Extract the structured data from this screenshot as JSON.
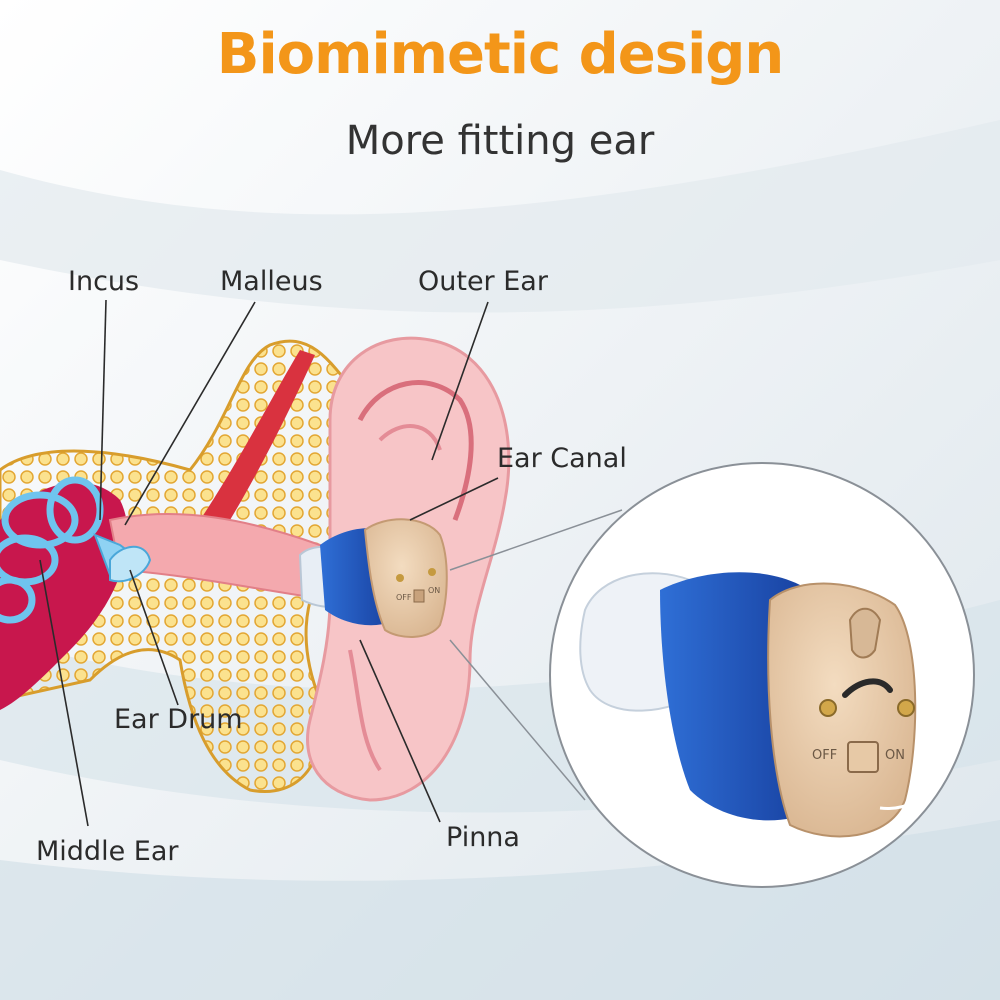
{
  "header": {
    "title": "Biomimetic design",
    "subtitle": "More fitting ear"
  },
  "labels": {
    "incus": "Incus",
    "malleus": "Malleus",
    "outer_ear": "Outer Ear",
    "ear_canal": "Ear Canal",
    "ear_drum": "Ear Drum",
    "middle_ear": "Middle Ear",
    "pinna": "Pinna"
  },
  "device": {
    "switch_off": "OFF",
    "switch_on": "ON"
  },
  "colors": {
    "title": "#f39619",
    "subtitle": "#333333",
    "device_blue": "#1e4fb8",
    "device_skin": "#e9cfae",
    "bone": "#f4c24a",
    "ear_pink": "#f5bcc0"
  }
}
